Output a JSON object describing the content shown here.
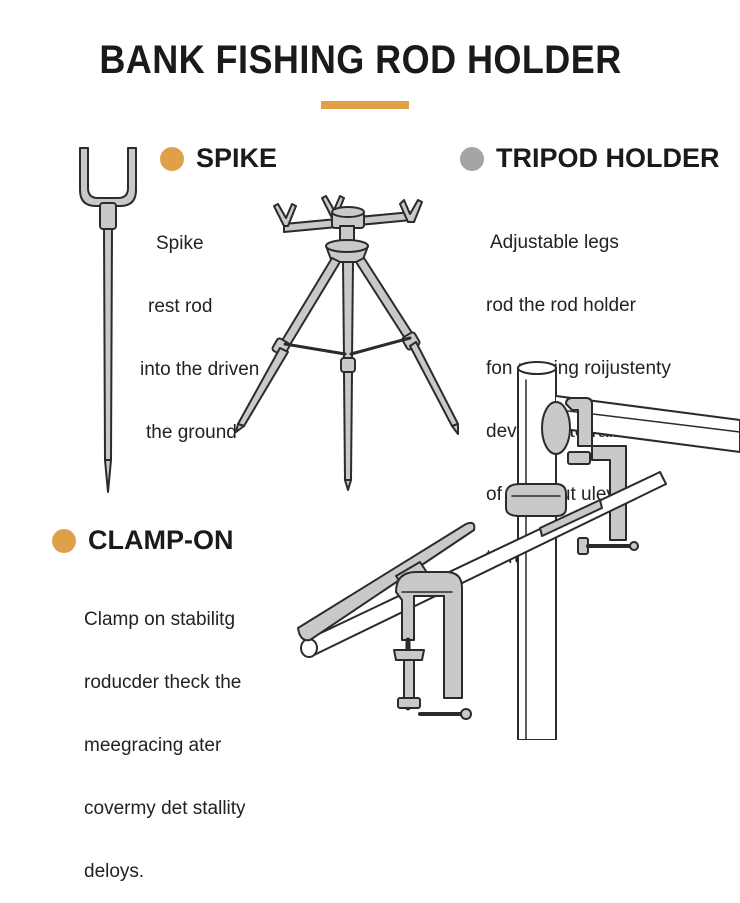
{
  "title": "BANK FISHING ROD HOLDER",
  "colors": {
    "accent_orange": "#e0a04a",
    "accent_gray": "#a5a5a5",
    "metal": "#c7c9cb",
    "outline": "#2b2b2b"
  },
  "sections": {
    "spike": {
      "heading": "SPIKE",
      "dot_color": "#e0a04a",
      "description": [
        "Spike",
        "rest rod",
        "into the driven",
        "the ground"
      ]
    },
    "tripod": {
      "heading": "TRIPOD HOLDER",
      "dot_color": "#a5a5a5",
      "description": [
        "Adjustable legs",
        "rod the rod holder",
        "fon mesing roijustenty",
        "deven an terraire",
        "of heer cut uleven",
        "terraire."
      ]
    },
    "clamp": {
      "heading": "CLAMP-ON",
      "dot_color": "#e0a04a",
      "description": [
        "Clamp on stabilitg",
        "roducder theck the",
        "meegracing ater",
        "covermy det stallity",
        "deloys."
      ]
    }
  },
  "icons": {
    "spike": "spike-rod-rest-icon",
    "tripod": "tripod-rod-holder-icon",
    "clamp": "clamp-on-rod-holder-icon"
  }
}
